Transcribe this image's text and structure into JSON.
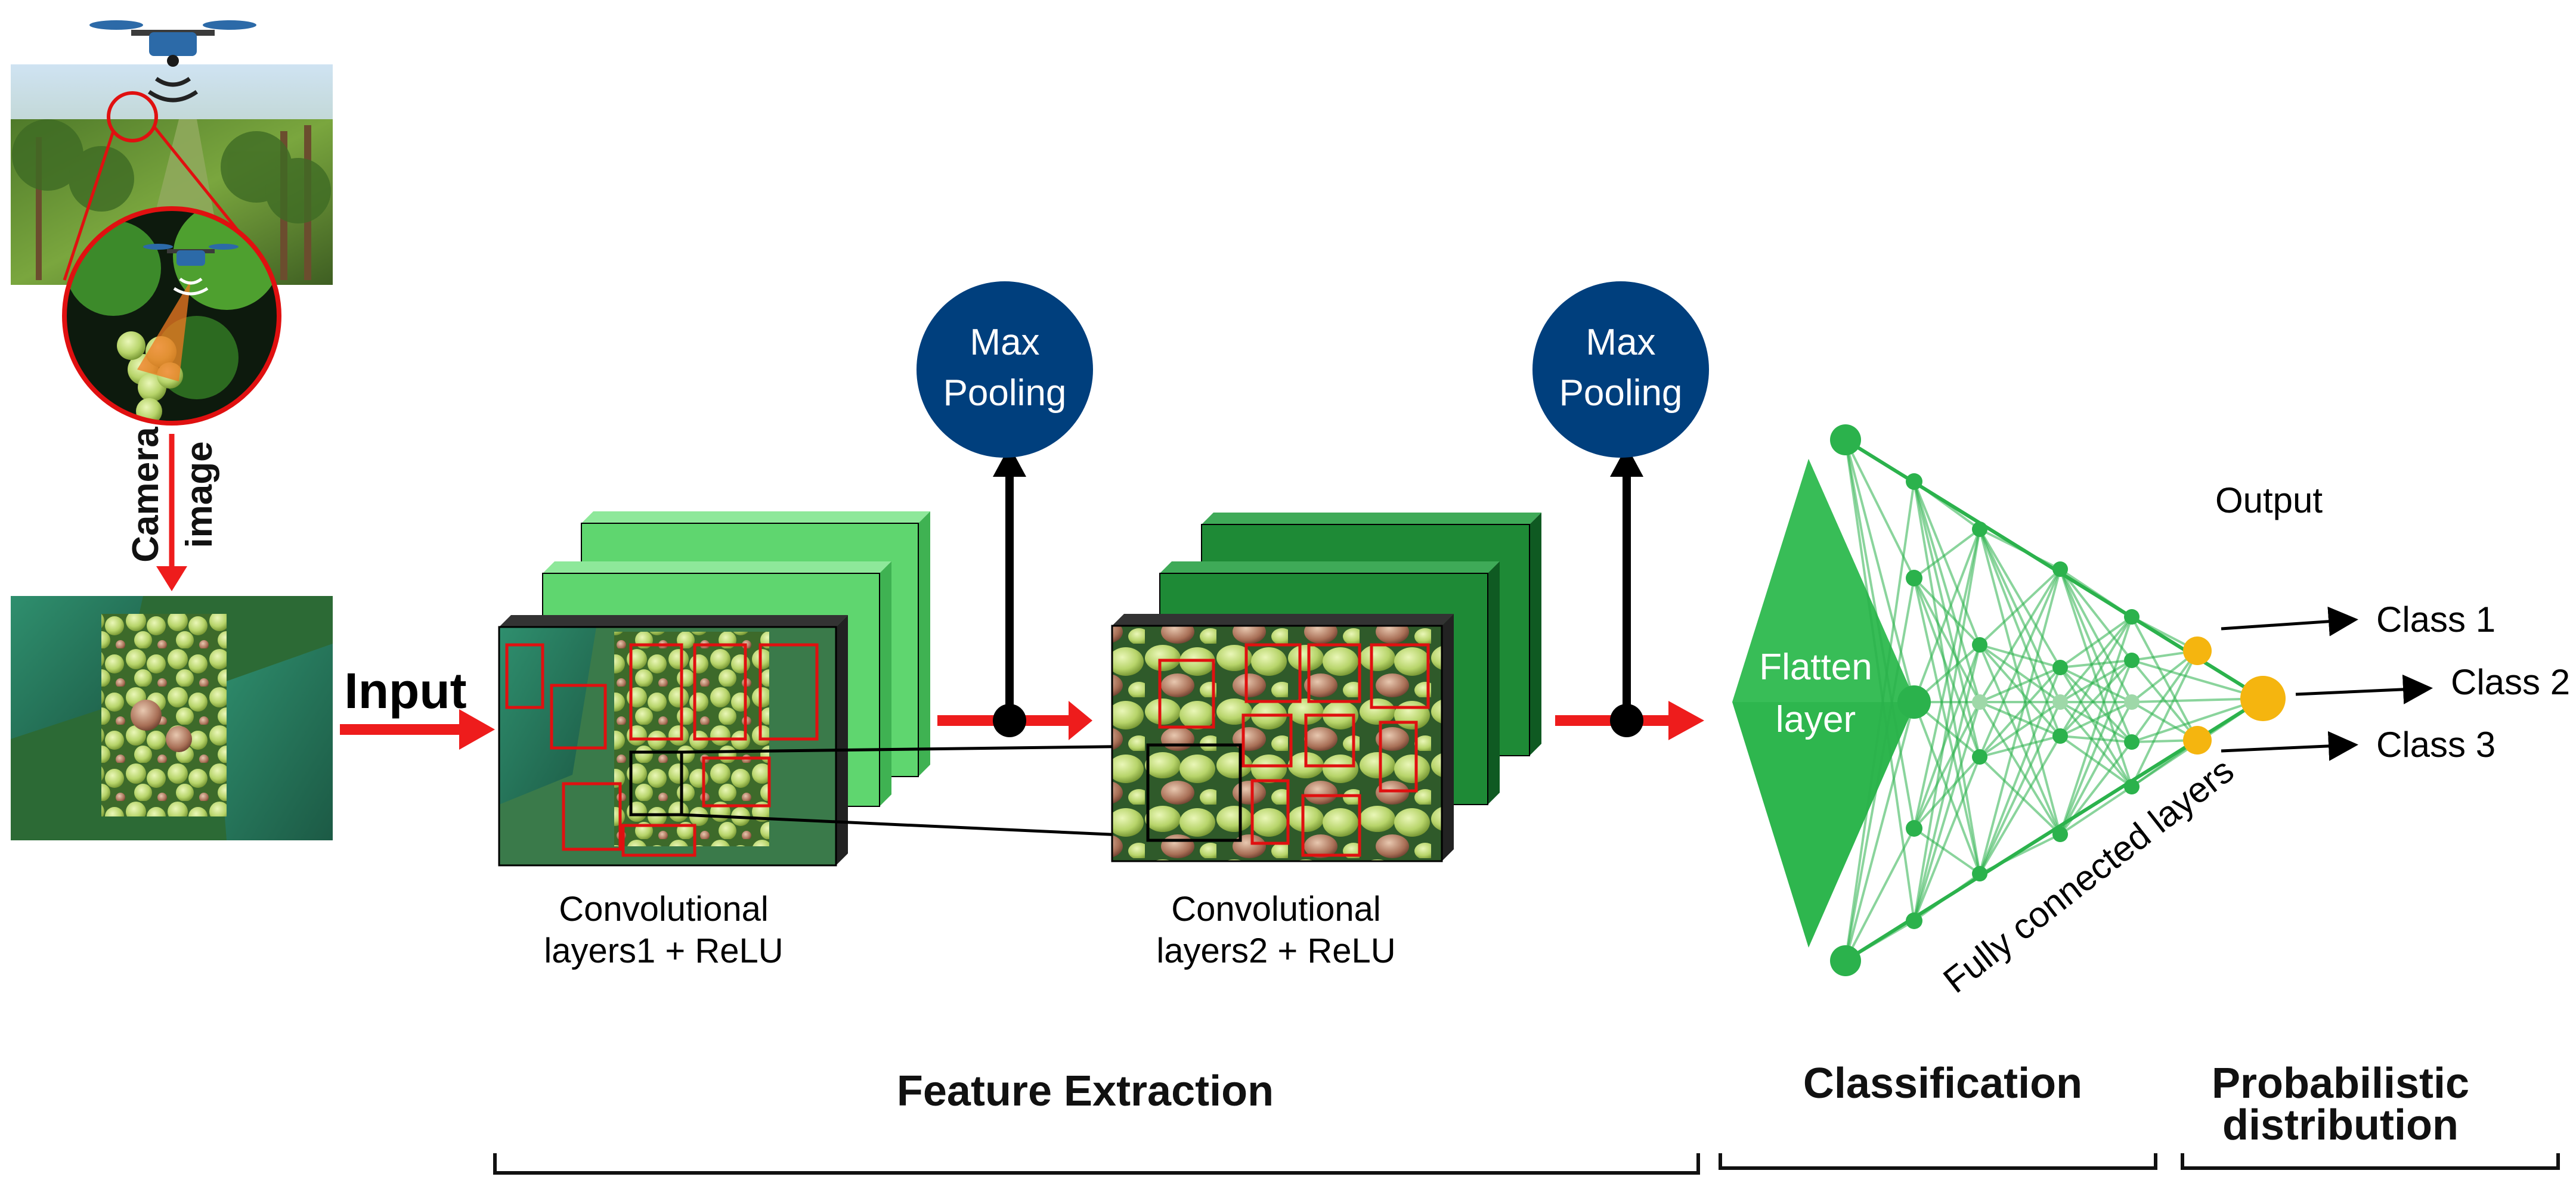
{
  "diagram": {
    "camera_label_1": "Camera",
    "camera_label_2": "image",
    "input_label": "Input",
    "pool1_line1": "Max",
    "pool1_line2": "Pooling",
    "pool2_line1": "Max",
    "pool2_line2": "Pooling",
    "conv1_line1": "Convolutional",
    "conv1_line2": "layers1 + ReLU",
    "conv2_line1": "Convolutional",
    "conv2_line2": "layers2 + ReLU",
    "flatten_line1": "Flatten",
    "flatten_line2": "layer",
    "fc_label": "Fully connected layers",
    "output_label": "Output",
    "class1": "Class 1",
    "class2": "Class 2",
    "class3": "Class 3",
    "section_feature": "Feature Extraction",
    "section_classification": "Classification",
    "section_prob_1": "Probabilistic",
    "section_prob_2": "distribution"
  },
  "colors": {
    "arrow_red": "#ee1c1c",
    "pool_blue": "#003f7d",
    "conv1_green": "#5fd66f",
    "conv2_green": "#1e8a36",
    "network_green": "#2bb24c",
    "output_yellow": "#f5b50f"
  }
}
